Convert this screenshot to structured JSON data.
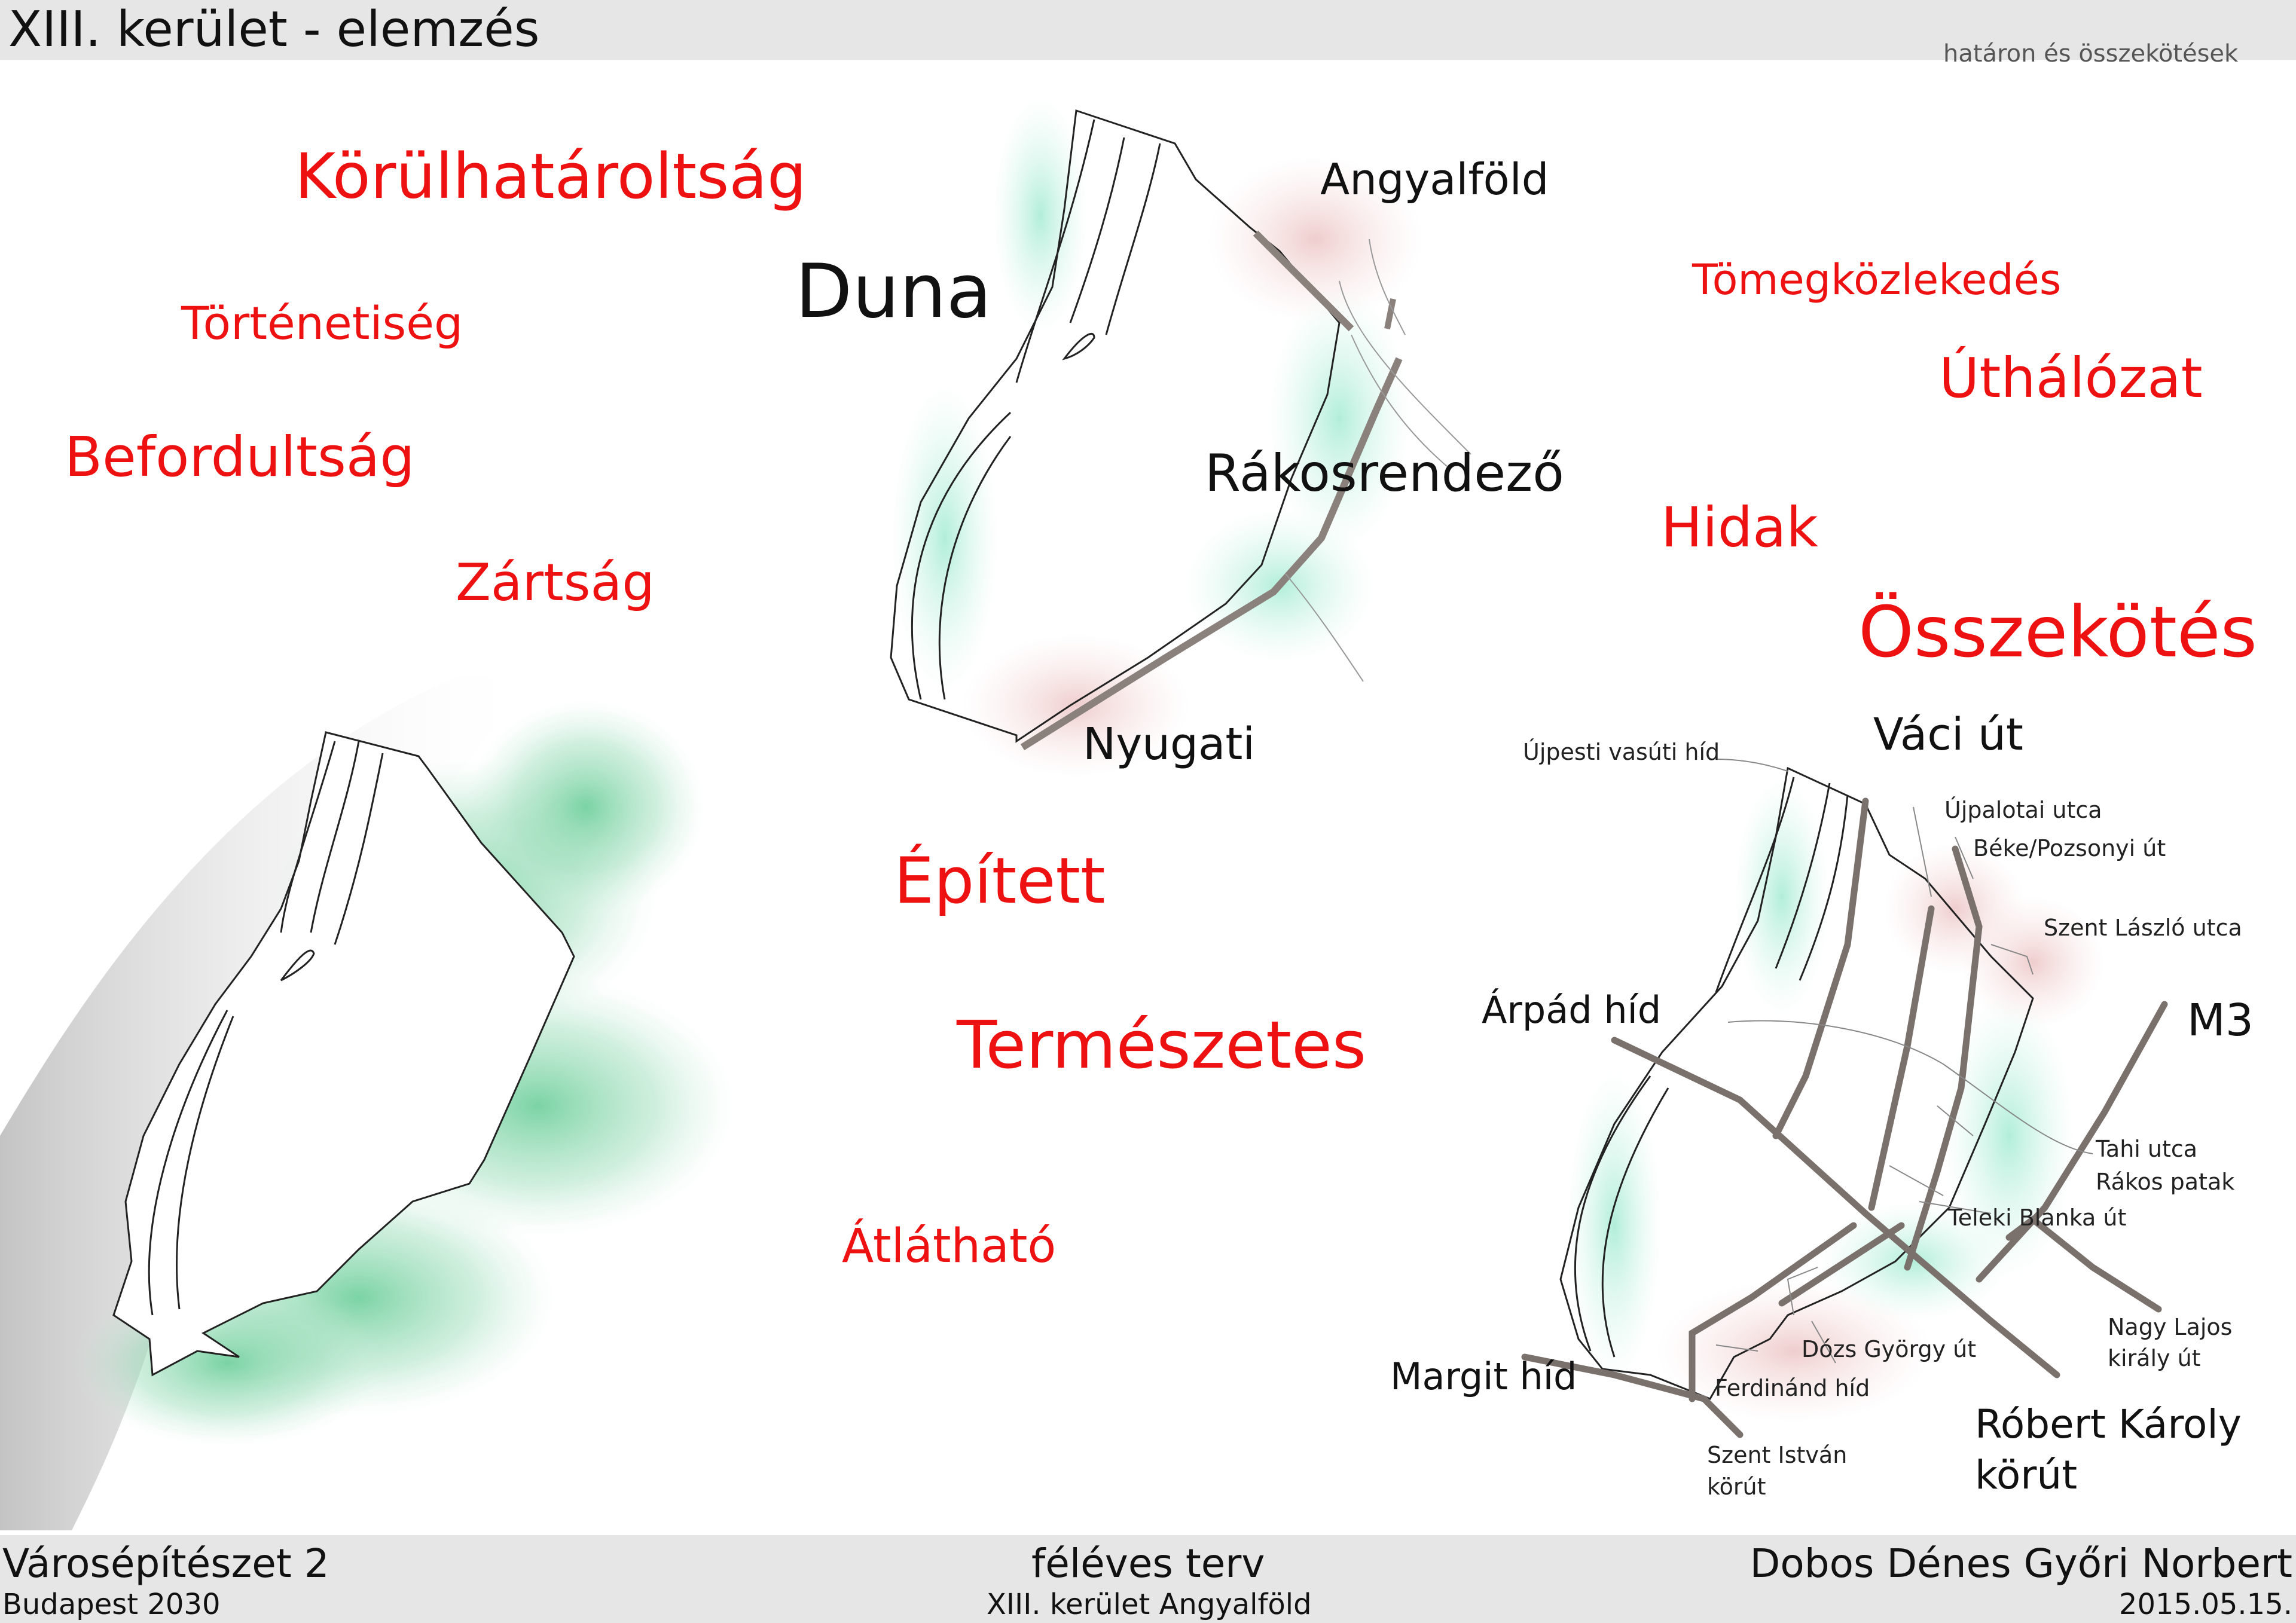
{
  "header": {
    "title": "XIII. kerület - elemzés"
  },
  "cutoff_text": "határon és összekötések",
  "analysis_words": {
    "korulhataroltsag": "Körülhatároltság",
    "tortenetiseg": "Történetiség",
    "befordultsag": "Befordultság",
    "zartsag": "Zártság",
    "epitett": "Épített",
    "termeszetes": "Természetes",
    "atlathato": "Átlátható",
    "tomegkozlekedes": "Tömegközlekedés",
    "uthalozat": "Úthálózat",
    "hidak": "Hidak",
    "osszekotes": "Összekötés"
  },
  "center_map": {
    "duna": "Duna",
    "angyalfold": "Angyalföld",
    "rakosrendezo": "Rákosrendező",
    "nyugati": "Nyugati"
  },
  "road_map": {
    "vaci_ut": "Váci út",
    "ujpesti_vasuti_hid": "Újpesti vasúti híd",
    "ujpalotai_utca": "Újpalotai utca",
    "beke_pozsonyi_ut": "Béke/Pozsonyi út",
    "szent_laszlo_utca": "Szent László utca",
    "arpad_hid": "Árpád híd",
    "m3": "M3",
    "tahi_utca": "Tahi utca",
    "rakos_patak": "Rákos patak",
    "teleki_blanka_ut": "Teleki Blanka út",
    "nagy_lajos_kiraly_ut_1": "Nagy Lajos",
    "nagy_lajos_kiraly_ut_2": "király út",
    "dozsa_gyorgy_ut": "Dózs György út",
    "ferdinand_hid": "Ferdinánd híd",
    "margit_hid": "Margit híd",
    "szent_istvan_korut_1": "Szent István",
    "szent_istvan_korut_2": "körút",
    "robert_karoly_korut_1": "Róbert Károly",
    "robert_karoly_korut_2": "körút"
  },
  "footer": {
    "course": "Városépítészet 2",
    "project": "Budapest 2030",
    "plan": "féléves terv",
    "district": "XIII. kerület Angyalföld",
    "authors": "Dobos Dénes  Győri Norbert",
    "date": "2015.05.15."
  },
  "colors": {
    "accent_red": "#ee1111",
    "green_zone": "#7fd4a8",
    "pink_zone": "#f0c8c8",
    "road": "#7a706c"
  }
}
